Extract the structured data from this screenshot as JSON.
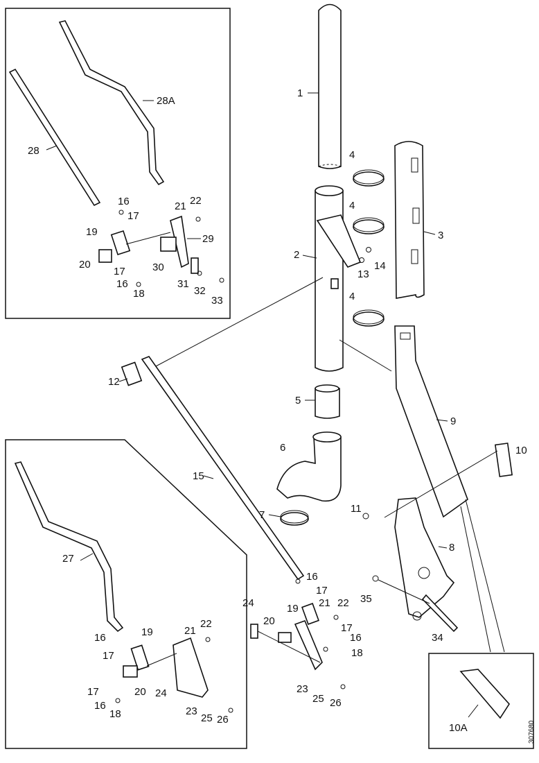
{
  "callouts": {
    "c1": "1",
    "c2": "2",
    "c3": "3",
    "c4a": "4",
    "c4b": "4",
    "c4c": "4",
    "c5": "5",
    "c6": "6",
    "c7": "7",
    "c8": "8",
    "c9": "9",
    "c10": "10",
    "c10a": "10A",
    "c11": "11",
    "c12": "12",
    "c13": "13",
    "c14": "14",
    "c15": "15",
    "c16a": "16",
    "c16b": "16",
    "c16c": "16",
    "c16d": "16",
    "c16e": "16",
    "c16f": "16",
    "c17a": "17",
    "c17b": "17",
    "c17c": "17",
    "c17d": "17",
    "c17e": "17",
    "c17f": "17",
    "c18a": "18",
    "c18b": "18",
    "c18c": "18",
    "c19a": "19",
    "c19b": "19",
    "c19c": "19",
    "c20a": "20",
    "c20b": "20",
    "c20c": "20",
    "c21a": "21",
    "c21b": "21",
    "c21c": "21",
    "c22a": "22",
    "c22b": "22",
    "c22c": "22",
    "c23a": "23",
    "c23b": "23",
    "c24a": "24",
    "c24b": "24",
    "c25a": "25",
    "c25b": "25",
    "c26a": "26",
    "c26b": "26",
    "c27": "27",
    "c28": "28",
    "c28a": "28A",
    "c29": "29",
    "c30": "30",
    "c31": "31",
    "c32": "32",
    "c33": "33",
    "c34": "34",
    "c35": "35"
  },
  "reference_id": "307680"
}
